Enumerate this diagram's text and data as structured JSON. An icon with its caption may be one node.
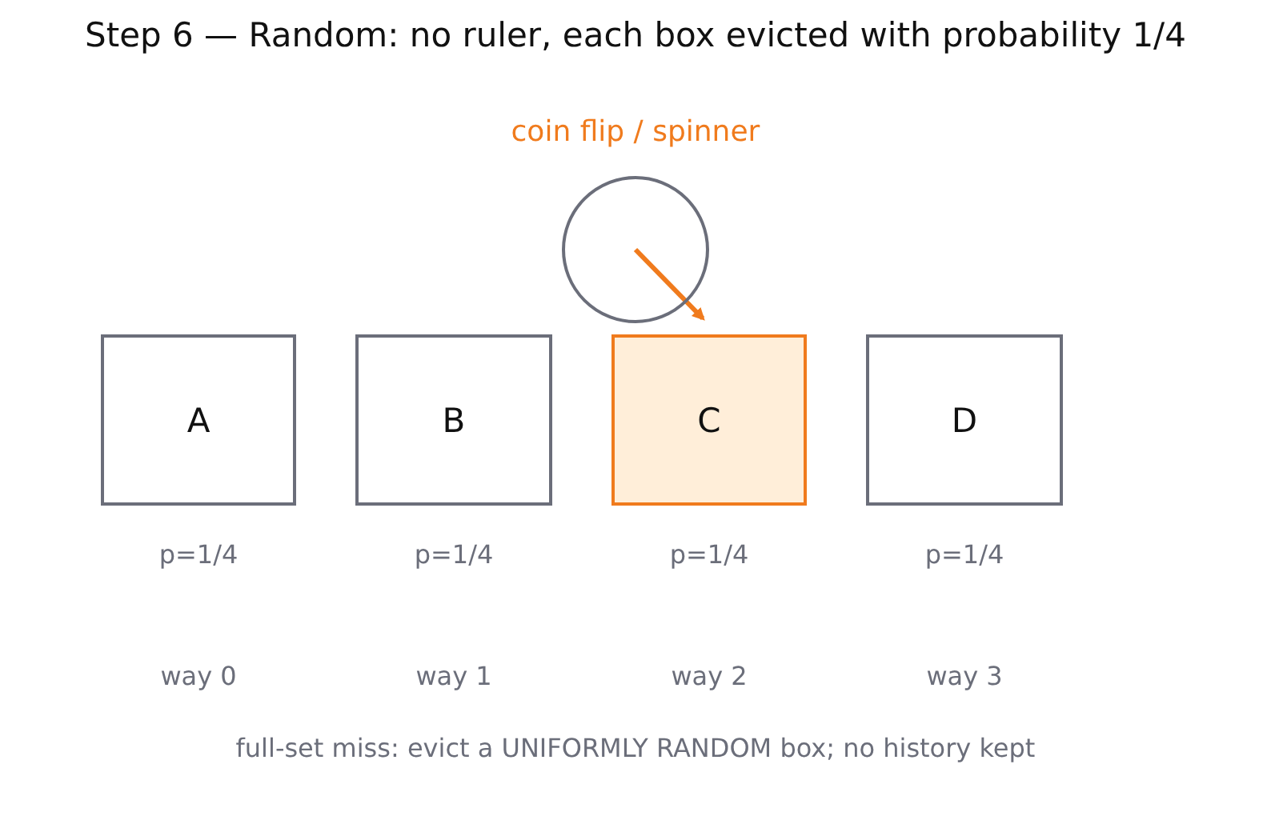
{
  "diagram": {
    "title": "Step 6 — Random: no ruler, each box evicted with probability 1/4",
    "nodes": [
      {
        "text": [
          "coin flip / spinner"
        ]
      },
      {
        "text": [
          "A"
        ],
        "beside": [
          "p=1/4",
          "way 0"
        ]
      },
      {
        "text": [
          "B"
        ],
        "beside": [
          "p=1/4",
          "way 1"
        ]
      },
      {
        "text": [
          "C"
        ],
        "beside": [
          "p=1/4",
          "way 2"
        ]
      },
      {
        "text": [
          "D"
        ],
        "beside": [
          "p=1/4",
          "way 3"
        ]
      }
    ],
    "edges": [
      {
        "from": 0,
        "to": 3,
        "arrow": "to",
        "color": "#f07b1d"
      }
    ],
    "caption": "full-set miss: evict a UNIFORMLY RANDOM box; no history kept"
  }
}
